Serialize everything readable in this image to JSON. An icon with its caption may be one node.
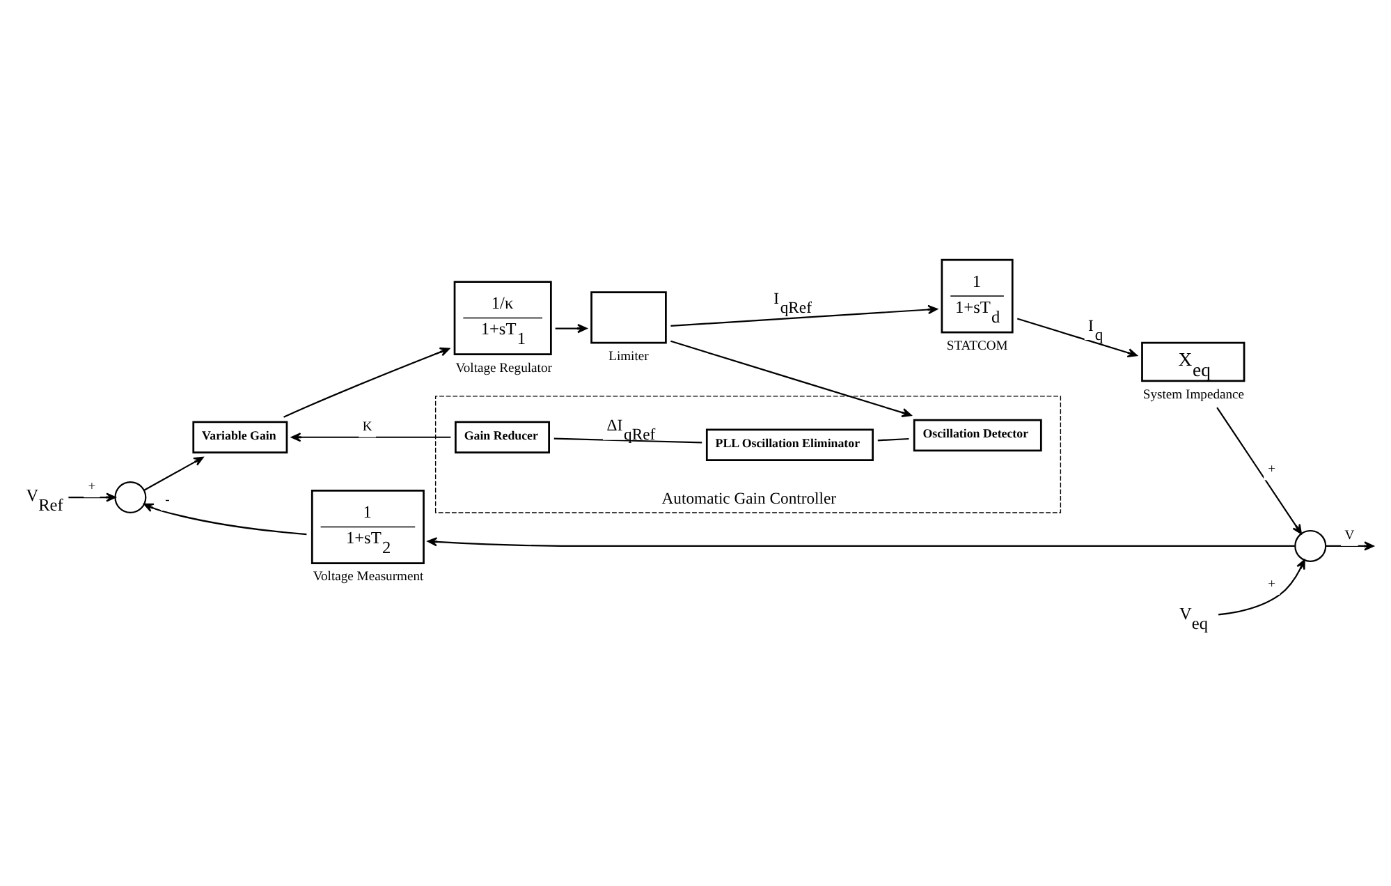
{
  "diagram": {
    "nodes": [
      {
        "text": [
          "V$_{Ref}$"
        ]
      },
      {
        "text": [],
        "shape": "circle"
      },
      {
        "text": [
          "Variable Gain"
        ]
      },
      {
        "text": [
          "1/κ",
          "1+sT$_{1}$"
        ],
        "beside": [
          "Voltage Regulator"
        ]
      },
      {
        "text": [],
        "shape": "box",
        "beside": [
          "Limiter"
        ]
      },
      {
        "text": [
          "1",
          "1+sT$_{d}$"
        ],
        "beside": [
          "STATCOM"
        ]
      },
      {
        "text": [
          "X$_{eq}$"
        ],
        "beside": [
          "System Impedance"
        ]
      },
      {
        "text": [],
        "shape": "circle"
      },
      {
        "text": [
          "V$_{eq}$"
        ]
      },
      {
        "text": [
          "Automatic Gain Controller"
        ]
      },
      {
        "text": [
          "Gain Reducer"
        ],
        "in": 9
      },
      {
        "text": [
          "PLL Oscillation Eliminator"
        ],
        "in": 9
      },
      {
        "text": [
          "Oscillation Detector"
        ],
        "in": 9
      },
      {
        "text": [
          "1",
          "1+sT$_{2}$"
        ],
        "beside": [
          "Voltage Measurment"
        ]
      }
    ],
    "edges": [
      {
        "from": 0,
        "to": 1,
        "arrow": "to",
        "label": "+"
      },
      {
        "from": 1,
        "to": 2,
        "arrow": "to"
      },
      {
        "from": 2,
        "to": 3,
        "arrow": "to"
      },
      {
        "from": 3,
        "to": 4,
        "arrow": "to"
      },
      {
        "from": 4,
        "to": 5,
        "arrow": "to",
        "label": "I$_{qRef}$"
      },
      {
        "from": 4,
        "to": 12,
        "arrow": "to"
      },
      {
        "from": 5,
        "to": 6,
        "arrow": "to",
        "label": "I$_{q}$"
      },
      {
        "from": 6,
        "to": 7,
        "arrow": "to",
        "label": "+"
      },
      {
        "from": 8,
        "to": 7,
        "arrow": "to",
        "label": "+"
      },
      {
        "from": 7,
        "to": null,
        "arrow": "to",
        "label": "V"
      },
      {
        "from": 7,
        "to": 13,
        "arrow": "to"
      },
      {
        "from": 13,
        "to": 1,
        "arrow": "to",
        "label": "-"
      },
      {
        "from": 12,
        "to": 11,
        "arrow": "none"
      },
      {
        "from": 11,
        "to": 10,
        "arrow": "none",
        "label": "ΔI$_{qRef}$"
      },
      {
        "from": 10,
        "to": 2,
        "arrow": "to",
        "label": "K"
      }
    ]
  }
}
